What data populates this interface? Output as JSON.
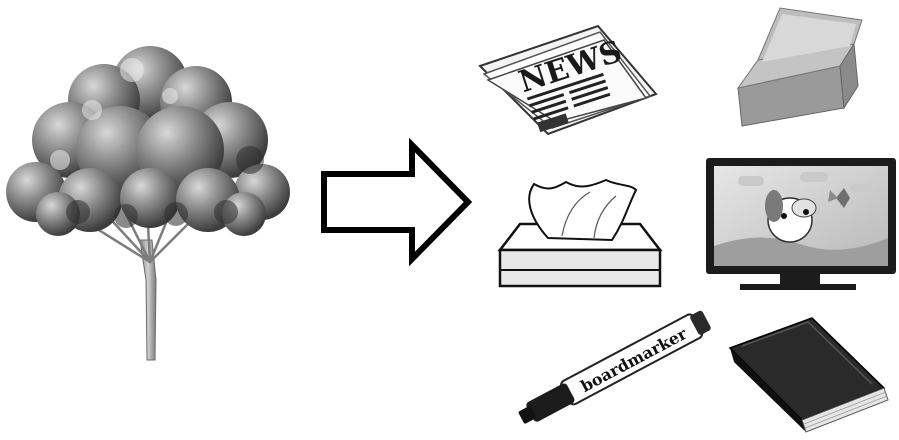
{
  "diagram": {
    "source_icon": "tree-icon",
    "connector_icon": "right-arrow-icon",
    "products": [
      {
        "name": "newspaper",
        "icon": "newspaper-icon",
        "headline": "NEWS"
      },
      {
        "name": "cardboard-box",
        "icon": "box-icon"
      },
      {
        "name": "tissue-box",
        "icon": "tissue-box-icon"
      },
      {
        "name": "television",
        "icon": "tv-icon"
      },
      {
        "name": "marker",
        "icon": "marker-icon",
        "brand": "boardmarker"
      },
      {
        "name": "book",
        "icon": "book-icon"
      }
    ]
  }
}
